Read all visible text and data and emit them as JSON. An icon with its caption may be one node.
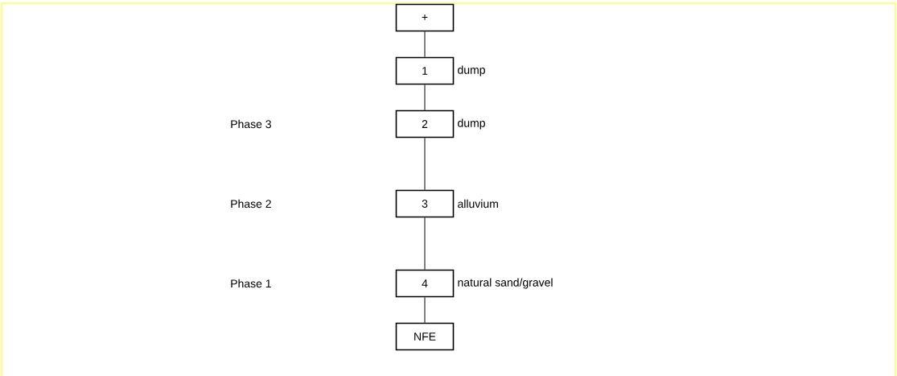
{
  "diagram": {
    "nodes": [
      {
        "text": [
          "+"
        ]
      },
      {
        "text": [
          "1"
        ],
        "beside": [
          "dump"
        ]
      },
      {
        "text": [
          "2"
        ],
        "beside": [
          "dump"
        ]
      },
      {
        "text": [
          "3"
        ],
        "beside": [
          "alluvium"
        ]
      },
      {
        "text": [
          "4"
        ],
        "beside": [
          "natural sand/gravel"
        ]
      },
      {
        "text": [
          "NFE"
        ]
      }
    ],
    "edges": [
      {
        "from": 0,
        "to": 1,
        "arrow": "none"
      },
      {
        "from": 1,
        "to": 2,
        "arrow": "none"
      },
      {
        "from": 2,
        "to": 3,
        "arrow": "none"
      },
      {
        "from": 3,
        "to": 4,
        "arrow": "none"
      },
      {
        "from": 4,
        "to": 5,
        "arrow": "none"
      }
    ],
    "labels": [
      "Phase 3",
      "Phase 2",
      "Phase 1"
    ]
  }
}
